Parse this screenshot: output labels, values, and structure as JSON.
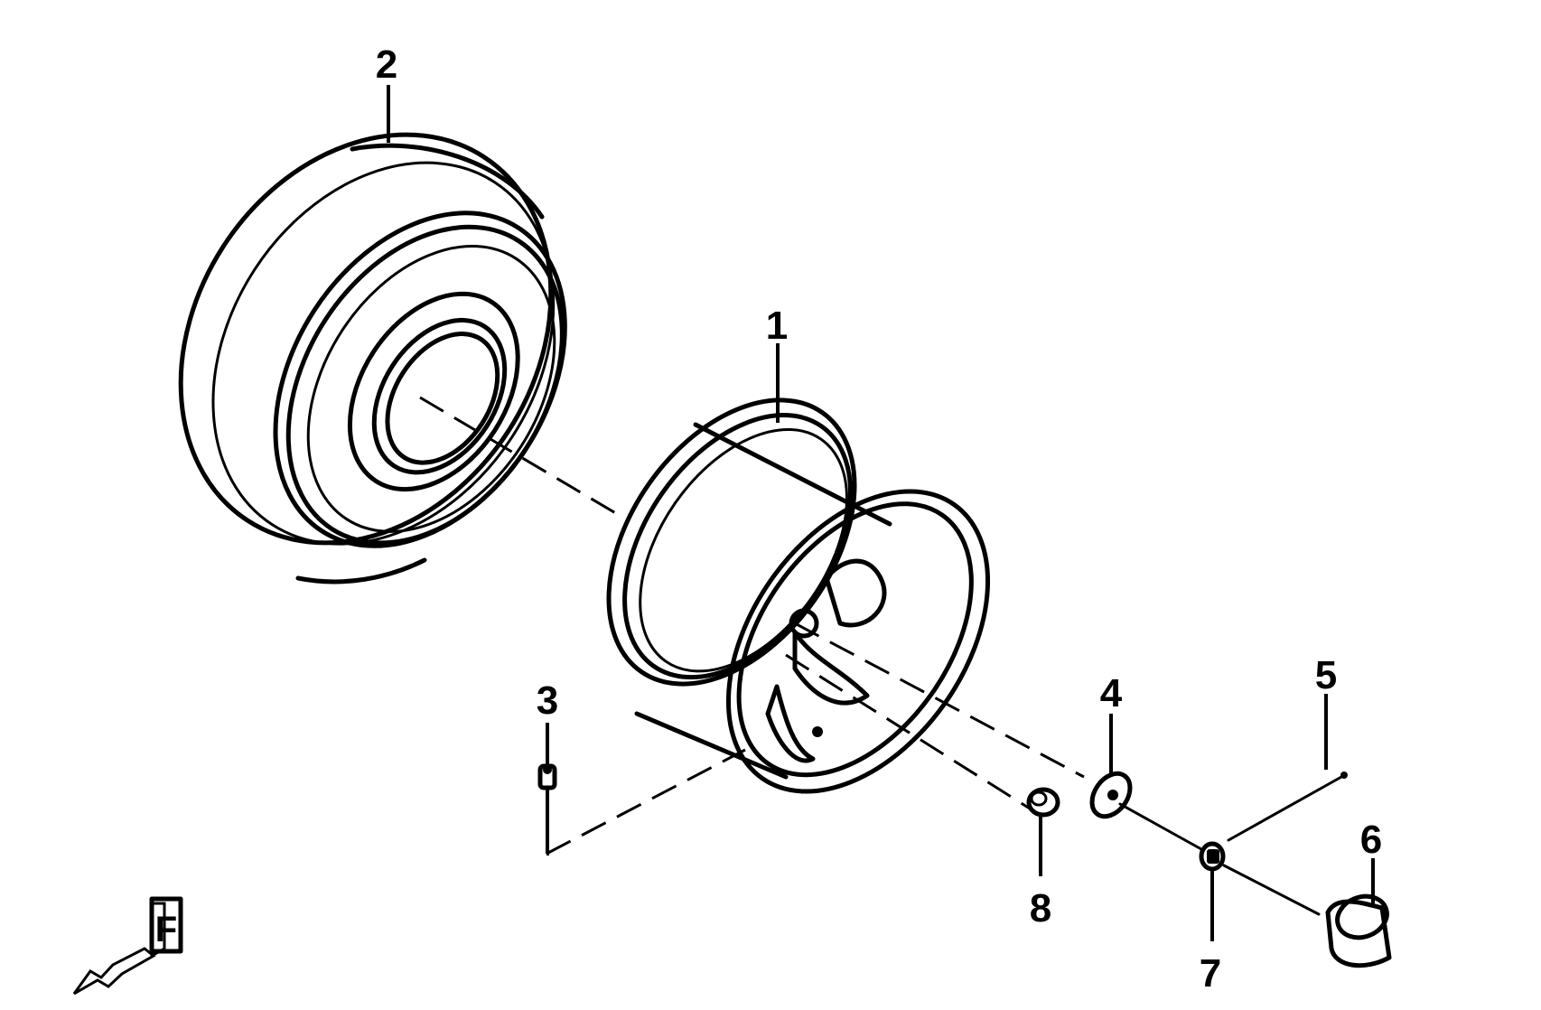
{
  "callouts": {
    "c1": "1",
    "c2": "2",
    "c3": "3",
    "c4": "4",
    "c5": "5",
    "c6": "6",
    "c7": "7",
    "c8": "8"
  },
  "direction_marker": {
    "letter": "F",
    "icon": "front-direction-arrow-icon"
  }
}
